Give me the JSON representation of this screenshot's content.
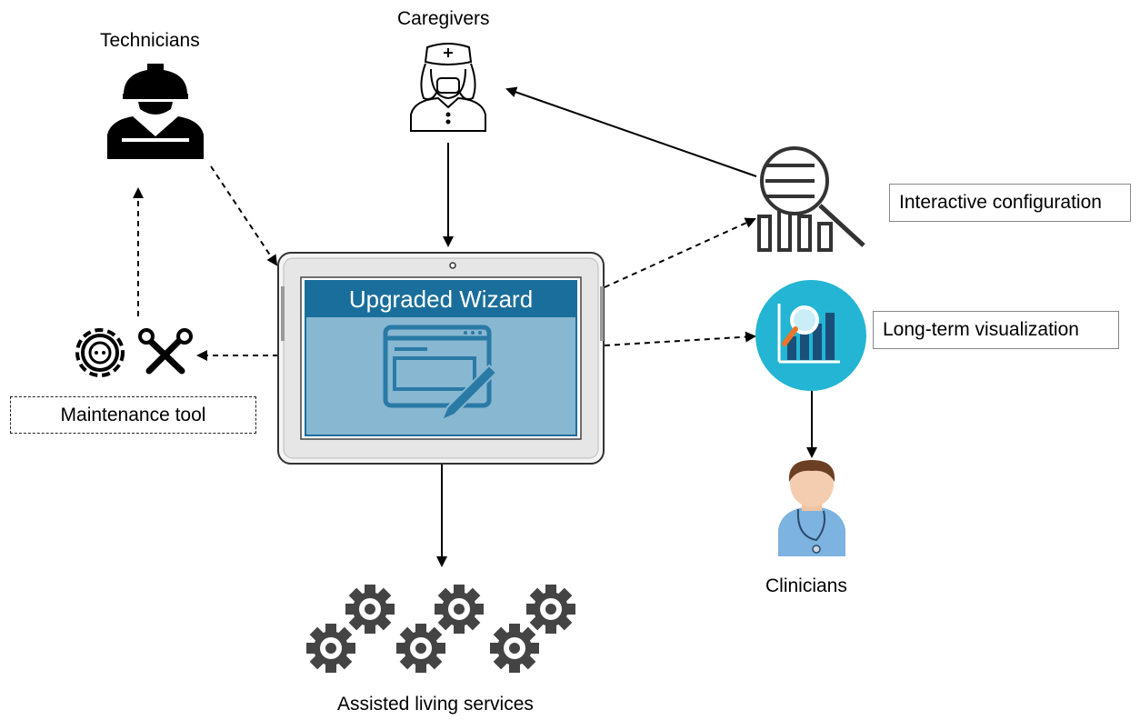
{
  "labels": {
    "technicians": "Technicians",
    "caregivers": "Caregivers",
    "clinicians": "Clinicians",
    "assisted_living": "Assisted living services",
    "maintenance_tool": "Maintenance tool",
    "interactive_configuration": "Interactive configuration",
    "long_term_visualization": "Long-term visualization"
  },
  "tablet": {
    "title": "Upgraded Wizard"
  },
  "icons": {
    "technician": "technician-icon",
    "caregiver": "nurse-icon",
    "clinician": "doctor-icon",
    "maintenance": "gear-wrench-icon",
    "configuration": "chart-magnifier-icon",
    "visualization": "analytics-icon",
    "services": "gears-icon"
  },
  "colors": {
    "wizard_header": "#1a6e9b",
    "wizard_body": "#88b7d1",
    "wizard_icon": "#2a7aa6",
    "visualization_circle": "#23b5d3",
    "gear": "#444444"
  }
}
